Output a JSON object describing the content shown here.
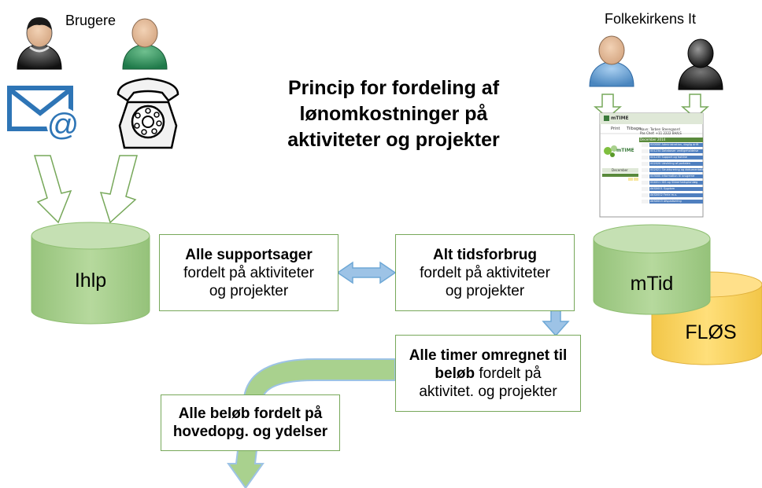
{
  "title": {
    "line1": "Princip for fordeling af",
    "line2": "lønomkostninger på",
    "line3": "aktiviteter og projekter"
  },
  "groups": {
    "users_label": "Brugere",
    "it_label": "Folkekirkens It"
  },
  "databases": {
    "ihlp": "Ihlp",
    "mtid": "mTid",
    "flos": "FLØS"
  },
  "boxes": {
    "supportsager": {
      "bold": "Alle supportsager",
      "line2": "fordelt på aktiviteter",
      "line3": "og projekter"
    },
    "tidsforbrug": {
      "bold": "Alt tidsforbrug",
      "line2": "fordelt på aktiviteter",
      "line3": "og projekter"
    },
    "timer": {
      "bold1": "Alle timer omregnet til",
      "bold2": "beløb",
      "rest2": " fordelt på",
      "line3": "aktivitet. og projekter"
    },
    "belob": {
      "line1": "Alle beløb fordelt på",
      "line2": "hovedopg. og ydelser"
    }
  },
  "mtime_screenshot": {
    "app_name": "mTIME",
    "print": "Print",
    "back": "Tilbage",
    "user_name": "Navn: Torben Steengaard",
    "user_id": "Pas Chef: +11 2222  BH/LS",
    "month_label": "December 2014",
    "calendar_month": "December",
    "task_rows": [
      "000000 Administration, daglig drift",
      "001234 Databaser vedligeholdelse",
      "001235 Support og hotline",
      "002020 Udvikling af portalen",
      "002021 Strukturering og dokumentation",
      "003000 Information til brugerne",
      "004011 IDS og Sikkerhedsplanlæg",
      "AKS0001 Sygdom",
      "AKS0002 Ferie m.v.",
      "AKS0003 Afspadsering"
    ]
  },
  "colors": {
    "green_fill": "#a9d18e",
    "green_stroke": "#77a85a",
    "blue_fill": "#9dc3e6",
    "blue_stroke": "#5b9bd5",
    "yellow_fill": "#ffd966",
    "mail_blue": "#2e75b6"
  },
  "icons": [
    "person-icon",
    "envelope-at-icon",
    "telephone-icon",
    "mtime-screenshot"
  ]
}
